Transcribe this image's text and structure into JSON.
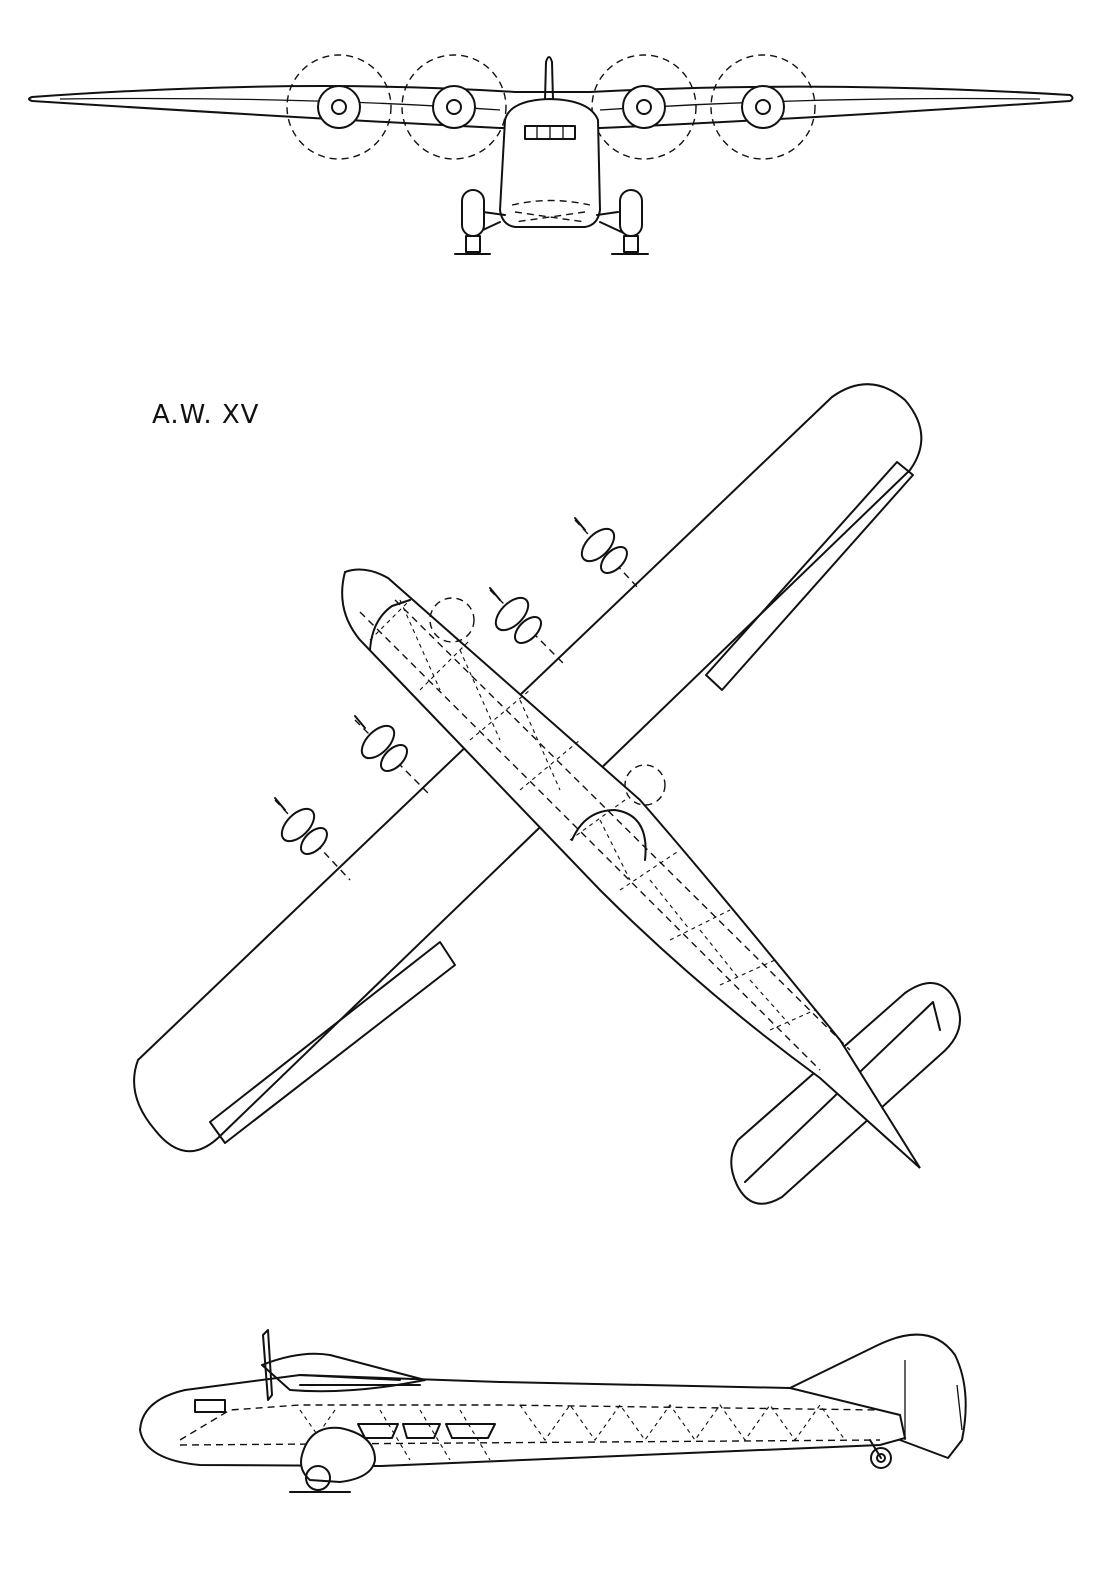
{
  "drawing": {
    "title": "A.W. XV",
    "views": [
      "front-view",
      "plan-view",
      "side-view"
    ]
  },
  "colors": {
    "ink": "#111111",
    "paper": "#ffffff"
  }
}
